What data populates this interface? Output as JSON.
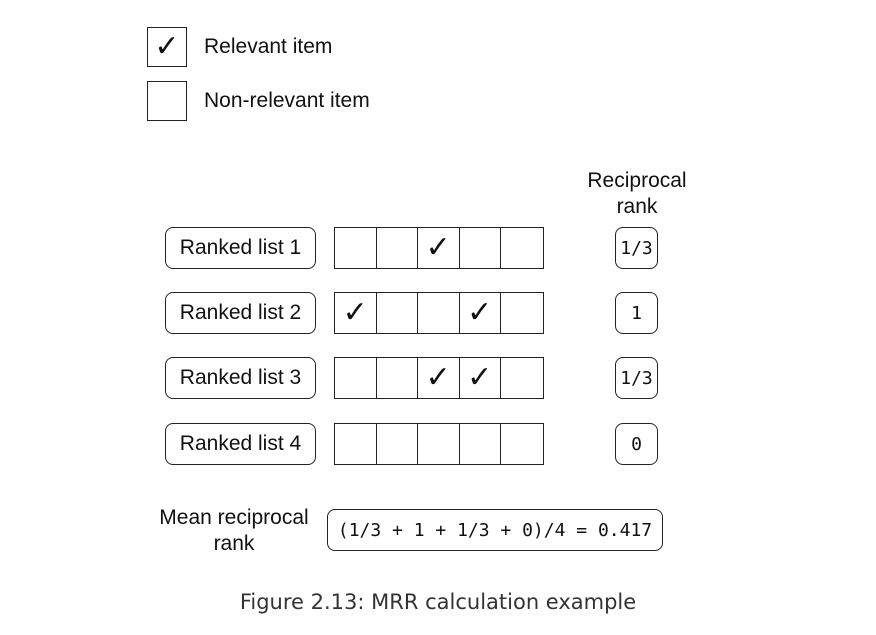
{
  "legend": {
    "relevant_label": "Relevant item",
    "nonrelevant_label": "Non-relevant item",
    "check_glyph": "✓"
  },
  "column_header": {
    "line1": "Reciprocal",
    "line2": "rank"
  },
  "rows": [
    {
      "label": "Ranked list 1",
      "items": [
        false,
        false,
        true,
        false,
        false
      ],
      "reciprocal_rank": "1/3"
    },
    {
      "label": "Ranked list 2",
      "items": [
        true,
        false,
        false,
        true,
        false
      ],
      "reciprocal_rank": "1"
    },
    {
      "label": "Ranked list 3",
      "items": [
        false,
        false,
        true,
        true,
        false
      ],
      "reciprocal_rank": "1/3"
    },
    {
      "label": "Ranked list 4",
      "items": [
        false,
        false,
        false,
        false,
        false
      ],
      "reciprocal_rank": "0"
    }
  ],
  "mean": {
    "label_line1": "Mean reciprocal",
    "label_line2": "rank",
    "formula": "(1/3 + 1 + 1/3 + 0)/4 = 0.417"
  },
  "caption": "Figure 2.13: MRR calculation example"
}
